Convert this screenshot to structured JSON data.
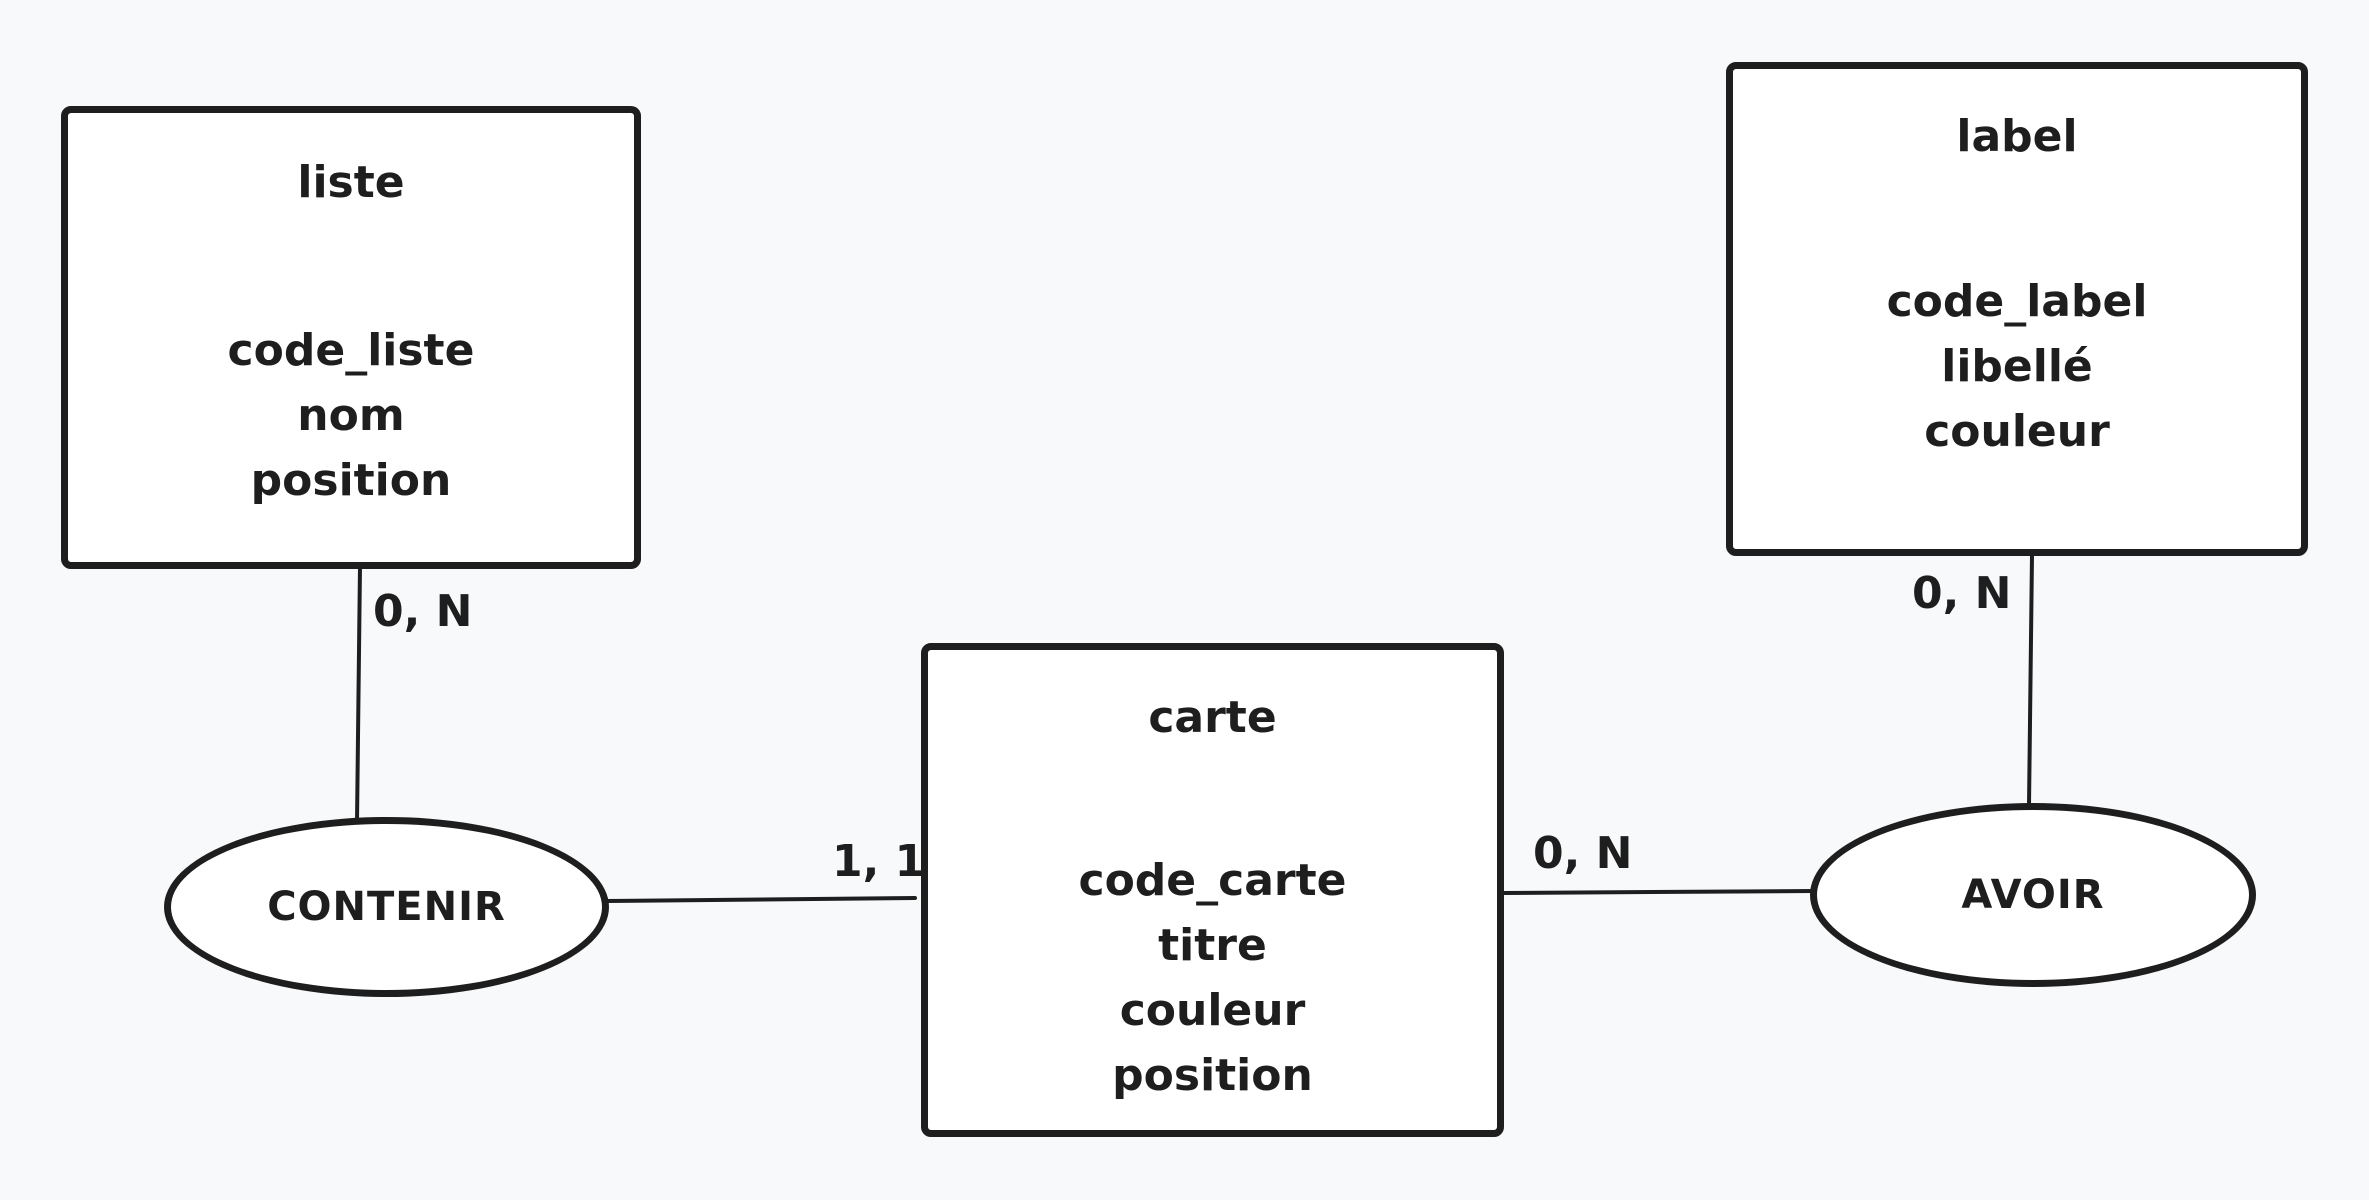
{
  "entities": {
    "liste": {
      "title": "liste",
      "attributes": [
        "code_liste",
        "nom",
        "position"
      ]
    },
    "label": {
      "title": "label",
      "attributes": [
        "code_label",
        "libellé",
        "couleur"
      ]
    },
    "carte": {
      "title": "carte",
      "attributes": [
        "code_carte",
        "titre",
        "couleur",
        "position"
      ]
    }
  },
  "relations": {
    "contenir": {
      "label": "CONTENIR"
    },
    "avoir": {
      "label": "AVOIR"
    }
  },
  "cardinalities": {
    "liste_contenir": "0, N",
    "carte_contenir": "1, 1",
    "carte_avoir": "0, N",
    "label_avoir": "0, N"
  },
  "colors": {
    "background": "#f8f9fb",
    "stroke": "#1e1e1e",
    "fill": "#ffffff"
  }
}
